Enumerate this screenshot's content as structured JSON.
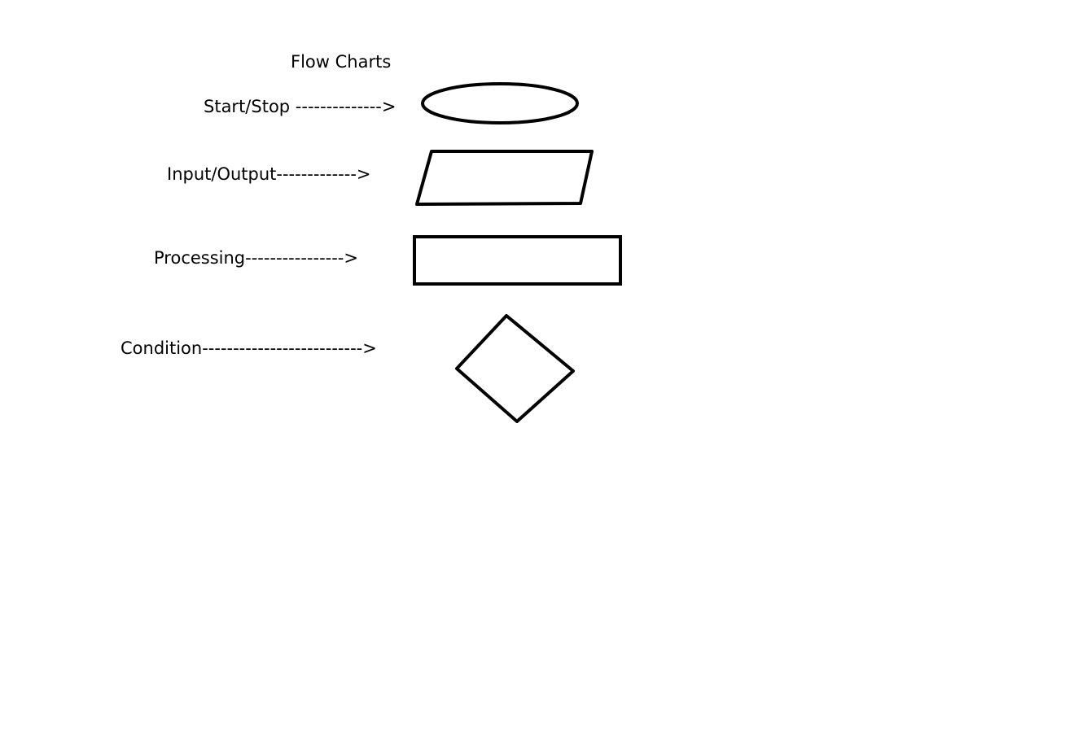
{
  "title": "Flow Charts",
  "symbols": [
    {
      "label": "Start/Stop -------------->",
      "shape": "ellipse"
    },
    {
      "label": "Input/Output------------->",
      "shape": "parallelogram"
    },
    {
      "label": "Processing---------------->",
      "shape": "rectangle"
    },
    {
      "label": "Condition-------------------------->",
      "shape": "diamond"
    }
  ],
  "colors": {
    "background": "#ffffff",
    "stroke": "#000000"
  }
}
